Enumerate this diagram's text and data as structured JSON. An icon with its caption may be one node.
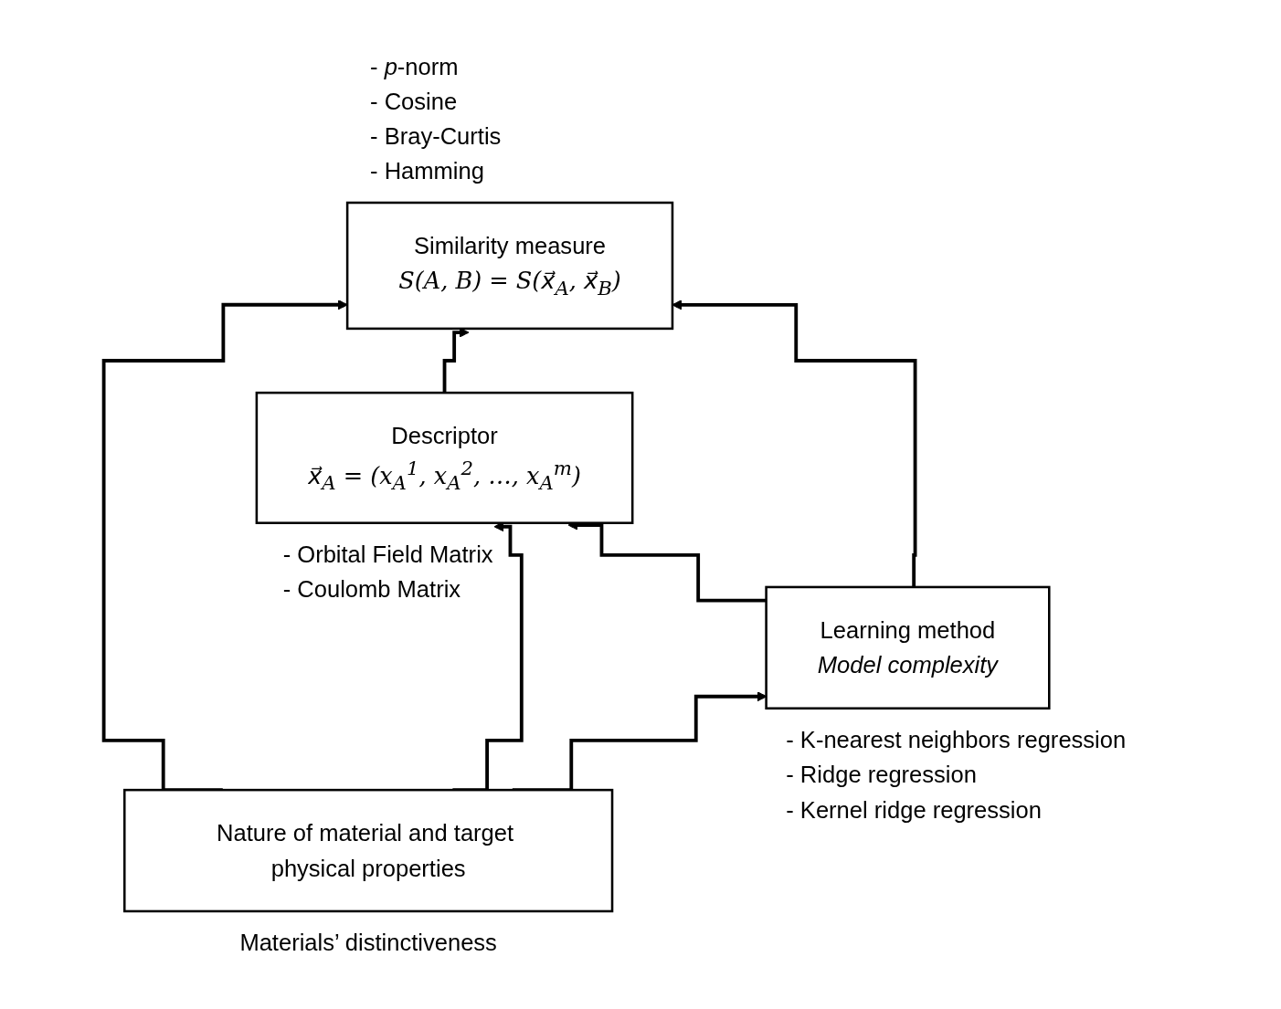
{
  "diagram": {
    "nodes": [
      {
        "text": [
          "Similarity measure",
          "S(A, B) = S(x⃗$_{A}$, x⃗$_{B}$)"
        ],
        "beside": [
          "- *p*-norm",
          "- Cosine",
          "- Bray-Curtis",
          "- Hamming"
        ]
      },
      {
        "text": [
          "Nature of material and target physical properties"
        ],
        "beside": [
          "Materials’ distinctiveness"
        ]
      },
      {
        "text": [
          "Descriptor",
          "x⃗$_{A}$ = (x$_{A}$$^{1}$, x$_{A}$$^{2}$, …, x$_{A}$$^{m}$)"
        ],
        "beside": [
          "- Orbital Field Matrix",
          "- Coulomb Matrix"
        ]
      },
      {
        "text": [
          "Learning method",
          "Model complexity"
        ],
        "beside": [
          "- K-nearest neighbors regression",
          "- Ridge regression",
          "- Kernel ridge regression"
        ]
      }
    ],
    "edges": [
      {
        "from": 1,
        "to": 0,
        "arrow": "to"
      },
      {
        "from": 1,
        "to": 2,
        "arrow": "to"
      },
      {
        "from": 1,
        "to": 3,
        "arrow": "to"
      },
      {
        "from": 3,
        "to": 2,
        "arrow": "to"
      },
      {
        "from": 2,
        "to": 0,
        "arrow": "to"
      },
      {
        "from": 3,
        "to": 0,
        "arrow": "to"
      }
    ]
  }
}
